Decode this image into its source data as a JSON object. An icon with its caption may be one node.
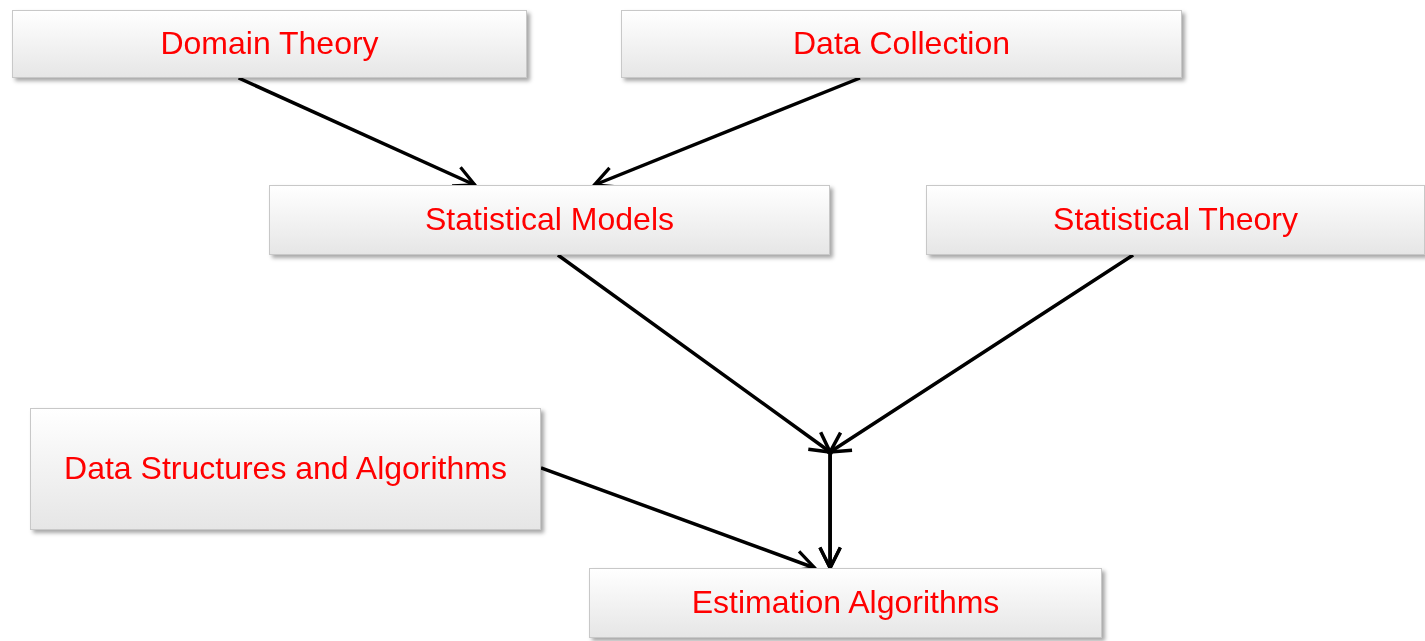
{
  "diagram": {
    "nodes": [
      {
        "text": [
          "Domain Theory"
        ]
      },
      {
        "text": [
          "Data Collection"
        ]
      },
      {
        "text": [
          "Statistical Models"
        ]
      },
      {
        "text": [
          "Statistical Theory"
        ]
      },
      {
        "text": [
          "Data Structures and Algorithms"
        ]
      },
      {
        "text": [
          "Estimation Algorithms"
        ]
      }
    ],
    "edges": [
      {
        "from": 0,
        "to": 2,
        "arrow": "to"
      },
      {
        "from": 1,
        "to": 2,
        "arrow": "to"
      },
      {
        "from": 2,
        "to": 5,
        "arrow": "to"
      },
      {
        "from": 3,
        "to": 5,
        "arrow": "to"
      },
      {
        "from": 4,
        "to": 5,
        "arrow": "to"
      }
    ]
  }
}
